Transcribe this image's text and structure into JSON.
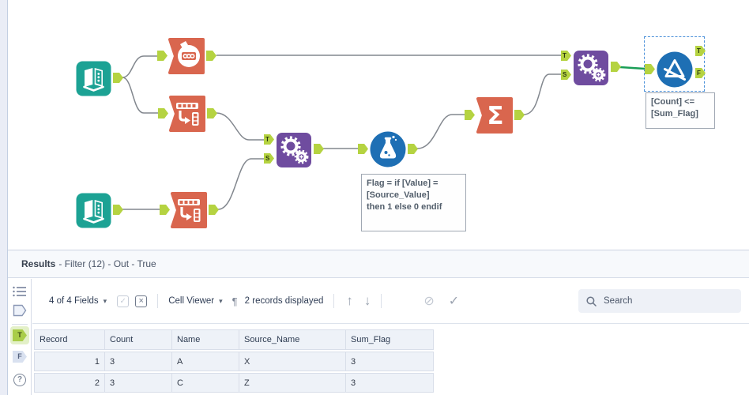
{
  "canvas": {
    "sigma": "Σ",
    "anchor_t": "T",
    "anchor_s": "S",
    "anchor_f": "F",
    "annotation_formula": {
      "l1": "Flag = if [Value] =",
      "l2": "[Source_Value]",
      "l3": "then 1 else 0 endif"
    },
    "annotation_filter": {
      "l1": "[Count] <=",
      "l2": "[Sum_Flag]"
    },
    "colors": {
      "input_teal": "#1CA294",
      "prep_orange": "#D9664E",
      "join_purple": "#6F4C9F",
      "tool_blue": "#1E6FB4",
      "anchor_green": "#b5d341",
      "selected_wire_green": "#1a9e57",
      "selection_blue": "#4a90d9"
    }
  },
  "results": {
    "header": {
      "title": "Results",
      "rest": "- Filter (12) - Out - True"
    },
    "sidebar": {
      "t": "T",
      "f": "F",
      "help": "?"
    },
    "toolbar": {
      "fields_label": "4 of 4 Fields",
      "cell_viewer_label": "Cell Viewer",
      "records_label": "2 records displayed",
      "search_placeholder": "Search"
    },
    "table": {
      "columns": [
        "Record",
        "Count",
        "Name",
        "Source_Name",
        "Sum_Flag"
      ],
      "rows": [
        [
          "1",
          "3",
          "A",
          "X",
          "3"
        ],
        [
          "2",
          "3",
          "C",
          "Z",
          "3"
        ]
      ]
    }
  },
  "icons": {
    "caret": "▾",
    "pilcrow": "¶",
    "arrow_up": "↑",
    "arrow_down": "↓",
    "block": "⊘",
    "check": "✓",
    "x_mark": "×",
    "checkbox_check": "✓"
  }
}
